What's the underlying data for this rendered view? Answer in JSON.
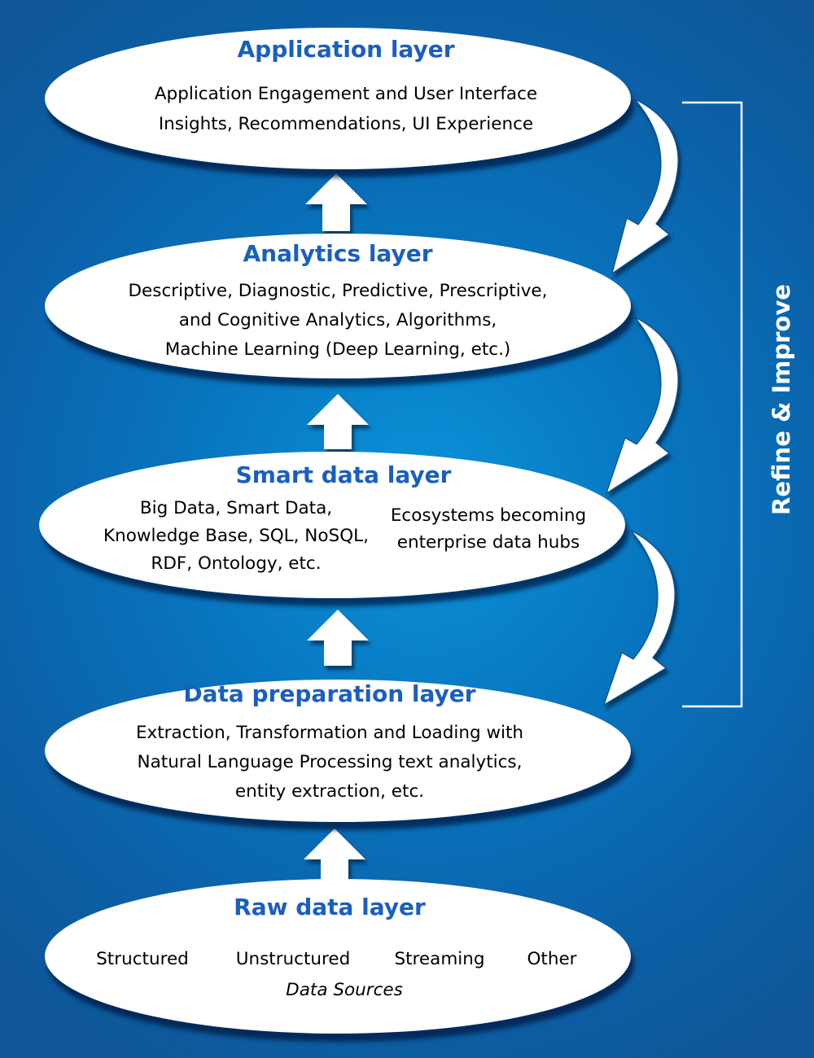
{
  "layers": {
    "application": {
      "title": "Application layer",
      "lines": [
        "Application Engagement and User Interface",
        "Insights, Recommendations, UI Experience"
      ]
    },
    "analytics": {
      "title": "Analytics layer",
      "lines": [
        "Descriptive, Diagnostic, Predictive, Prescriptive,",
        "and Cognitive Analytics, Algorithms,",
        "Machine Learning (Deep Learning, etc.)"
      ]
    },
    "smart_data": {
      "title": "Smart data layer",
      "left_lines": [
        "Big Data, Smart Data,",
        "Knowledge Base, SQL, NoSQL,",
        "RDF, Ontology, etc."
      ],
      "right_lines": [
        "Ecosystems becoming",
        "enterprise data hubs"
      ]
    },
    "data_preparation": {
      "title": "Data preparation layer",
      "lines": [
        "Extraction, Transformation and Loading with",
        "Natural Language Processing text analytics,",
        "entity extraction, etc."
      ]
    },
    "raw_data": {
      "title": "Raw data layer",
      "sources": [
        "Structured",
        "Unstructured",
        "Streaming",
        "Other"
      ],
      "caption": "Data Sources"
    }
  },
  "feedback": {
    "label": "Refine & Improve"
  },
  "colors": {
    "title": "#1a5fbf",
    "background": "#0873bd",
    "ellipse": "#ffffff"
  }
}
